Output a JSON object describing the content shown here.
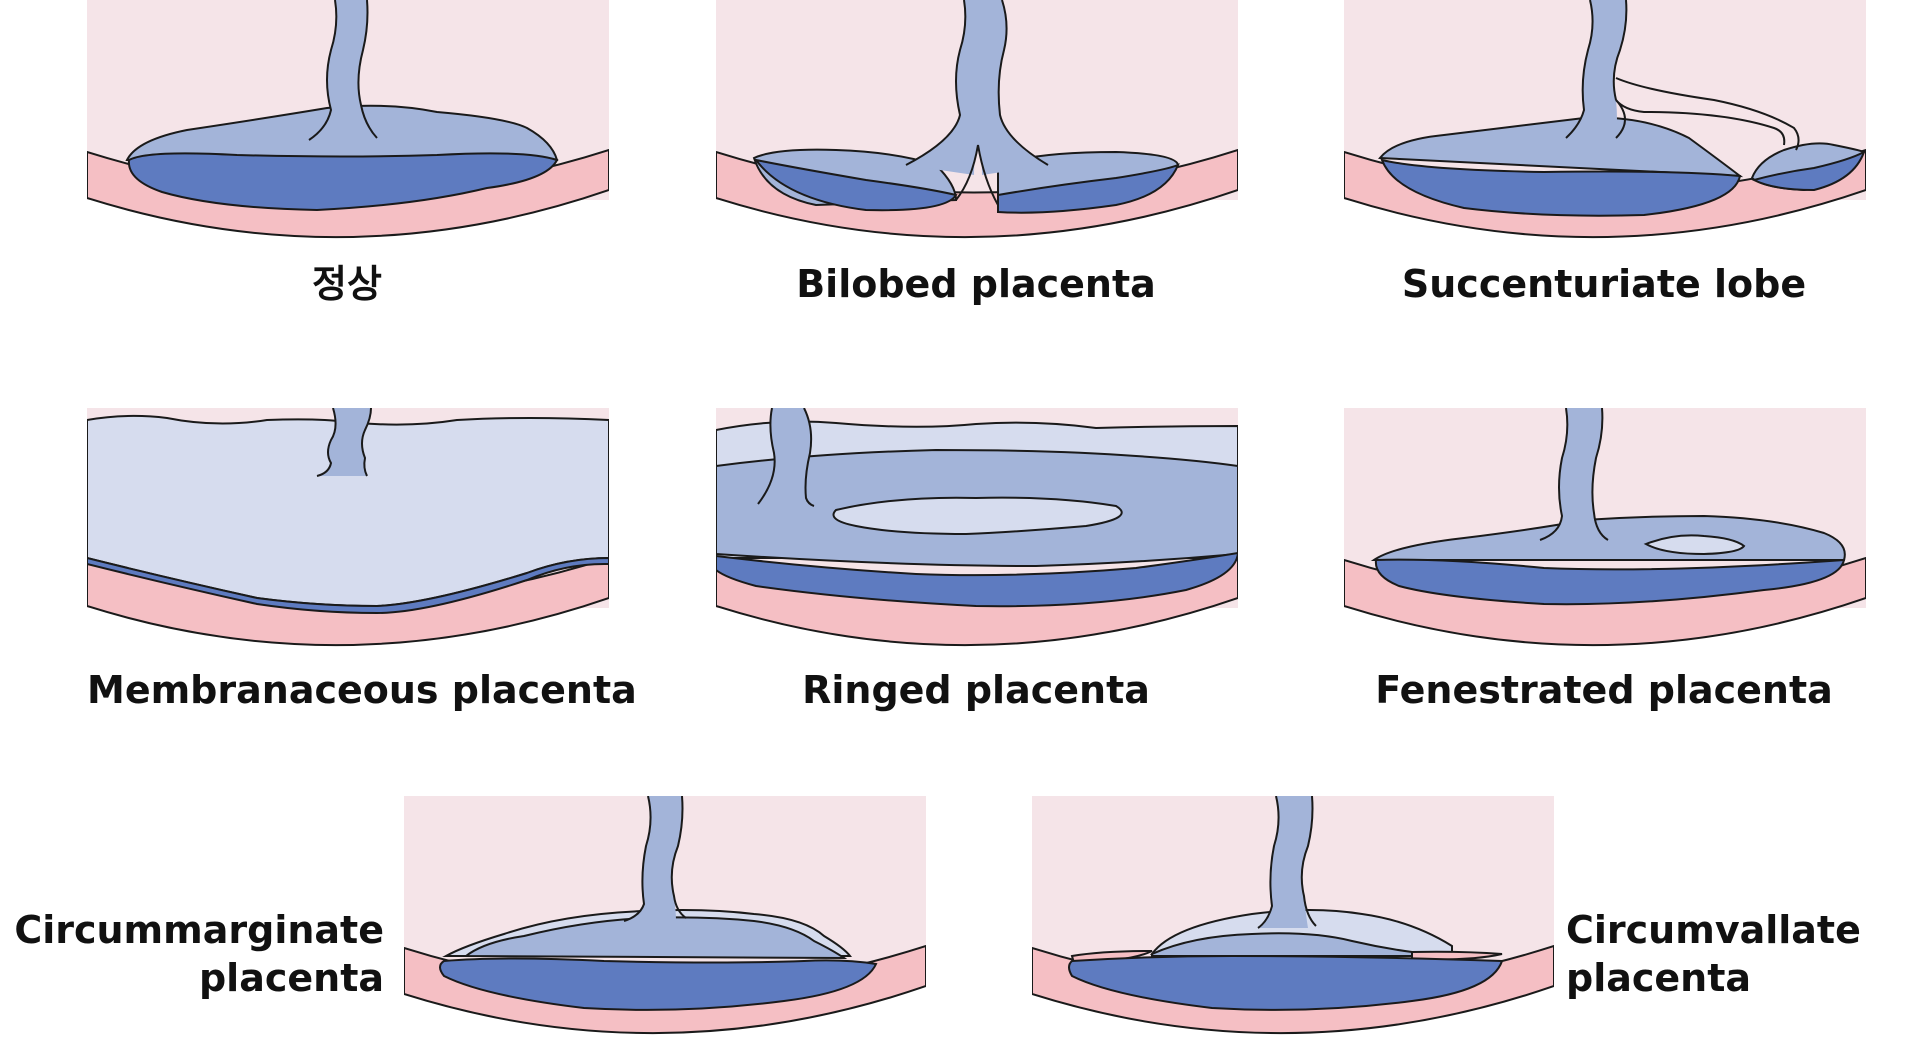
{
  "colors": {
    "uterus_bg": "#f5e4e8",
    "decidua": "#f5bfc4",
    "chorion": "#a3b4d9",
    "membrane_light": "#d6dcee",
    "placenta_dark": "#5e7bc0",
    "stroke": "#1a1a1a"
  },
  "labels": {
    "normal": "정상",
    "bilobed": "Bilobed placenta",
    "succenturiate": "Succenturiate lobe",
    "membranaceous": "Membranaceous placenta",
    "ringed": "Ringed placenta",
    "fenestrated": "Fenestrated placenta",
    "circummarginate_l1": "Circummarginate",
    "circummarginate_l2": "placenta",
    "circumvallate_l1": "Circumvallate",
    "circumvallate_l2": "placenta"
  }
}
